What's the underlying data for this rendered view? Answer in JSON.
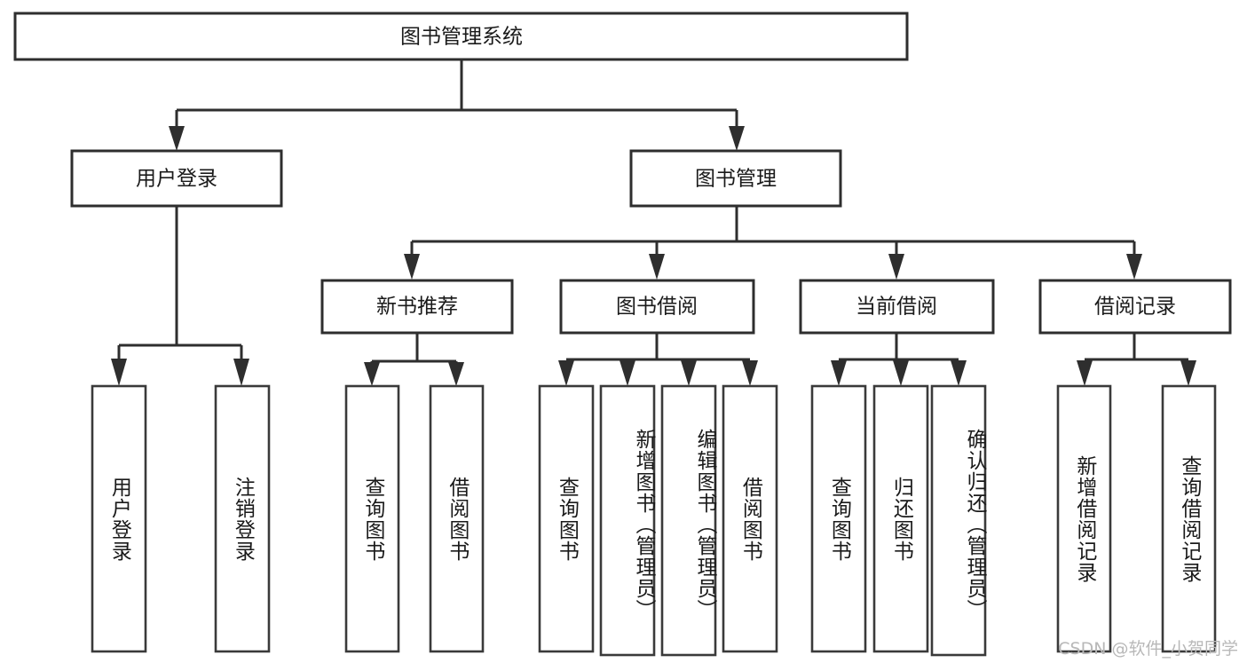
{
  "diagram": {
    "title": "图书管理系统",
    "type": "tree",
    "root": {
      "id": "root",
      "label": "图书管理系统"
    },
    "level2": [
      {
        "id": "user-login",
        "label": "用户登录"
      },
      {
        "id": "book-management",
        "label": "图书管理"
      }
    ],
    "level3": [
      {
        "id": "new-book-recommend",
        "label": "新书推荐",
        "parent": "book-management"
      },
      {
        "id": "book-borrow",
        "label": "图书借阅",
        "parent": "book-management"
      },
      {
        "id": "current-borrow",
        "label": "当前借阅",
        "parent": "book-management"
      },
      {
        "id": "borrow-record",
        "label": "借阅记录",
        "parent": "book-management"
      }
    ],
    "leaves": [
      {
        "id": "leaf-user-login",
        "label": "用户登录",
        "parent": "user-login"
      },
      {
        "id": "leaf-logout-login",
        "label": "注销登录",
        "parent": "user-login"
      },
      {
        "id": "leaf-query-book-rec",
        "label": "查询图书",
        "parent": "new-book-recommend"
      },
      {
        "id": "leaf-borrow-book-rec",
        "label": "借阅图书",
        "parent": "new-book-recommend"
      },
      {
        "id": "leaf-query-book-borrow",
        "label": "查询图书",
        "parent": "book-borrow"
      },
      {
        "id": "leaf-add-book",
        "label": "新增图书（管理员）",
        "parent": "book-borrow"
      },
      {
        "id": "leaf-edit-book",
        "label": "编辑图书（管理员）",
        "parent": "book-borrow"
      },
      {
        "id": "leaf-borrow-book",
        "label": "借阅图书",
        "parent": "book-borrow"
      },
      {
        "id": "leaf-query-book-cur",
        "label": "查询图书",
        "parent": "current-borrow"
      },
      {
        "id": "leaf-return-book",
        "label": "归还图书",
        "parent": "current-borrow"
      },
      {
        "id": "leaf-confirm-return",
        "label": "确认归还（管理员）",
        "parent": "current-borrow"
      },
      {
        "id": "leaf-add-record",
        "label": "新增借阅记录",
        "parent": "borrow-record"
      },
      {
        "id": "leaf-query-record",
        "label": "查询借阅记录",
        "parent": "borrow-record"
      }
    ],
    "colors": {
      "box_stroke": "#2e2e2e",
      "box_fill": "#ffffff",
      "connector": "#2e2e2e",
      "text": "#1a1a1a",
      "watermark": "#b8b8b8",
      "background": "#ffffff"
    }
  },
  "watermark": {
    "text": "CSDN @软件_小贺同学"
  }
}
